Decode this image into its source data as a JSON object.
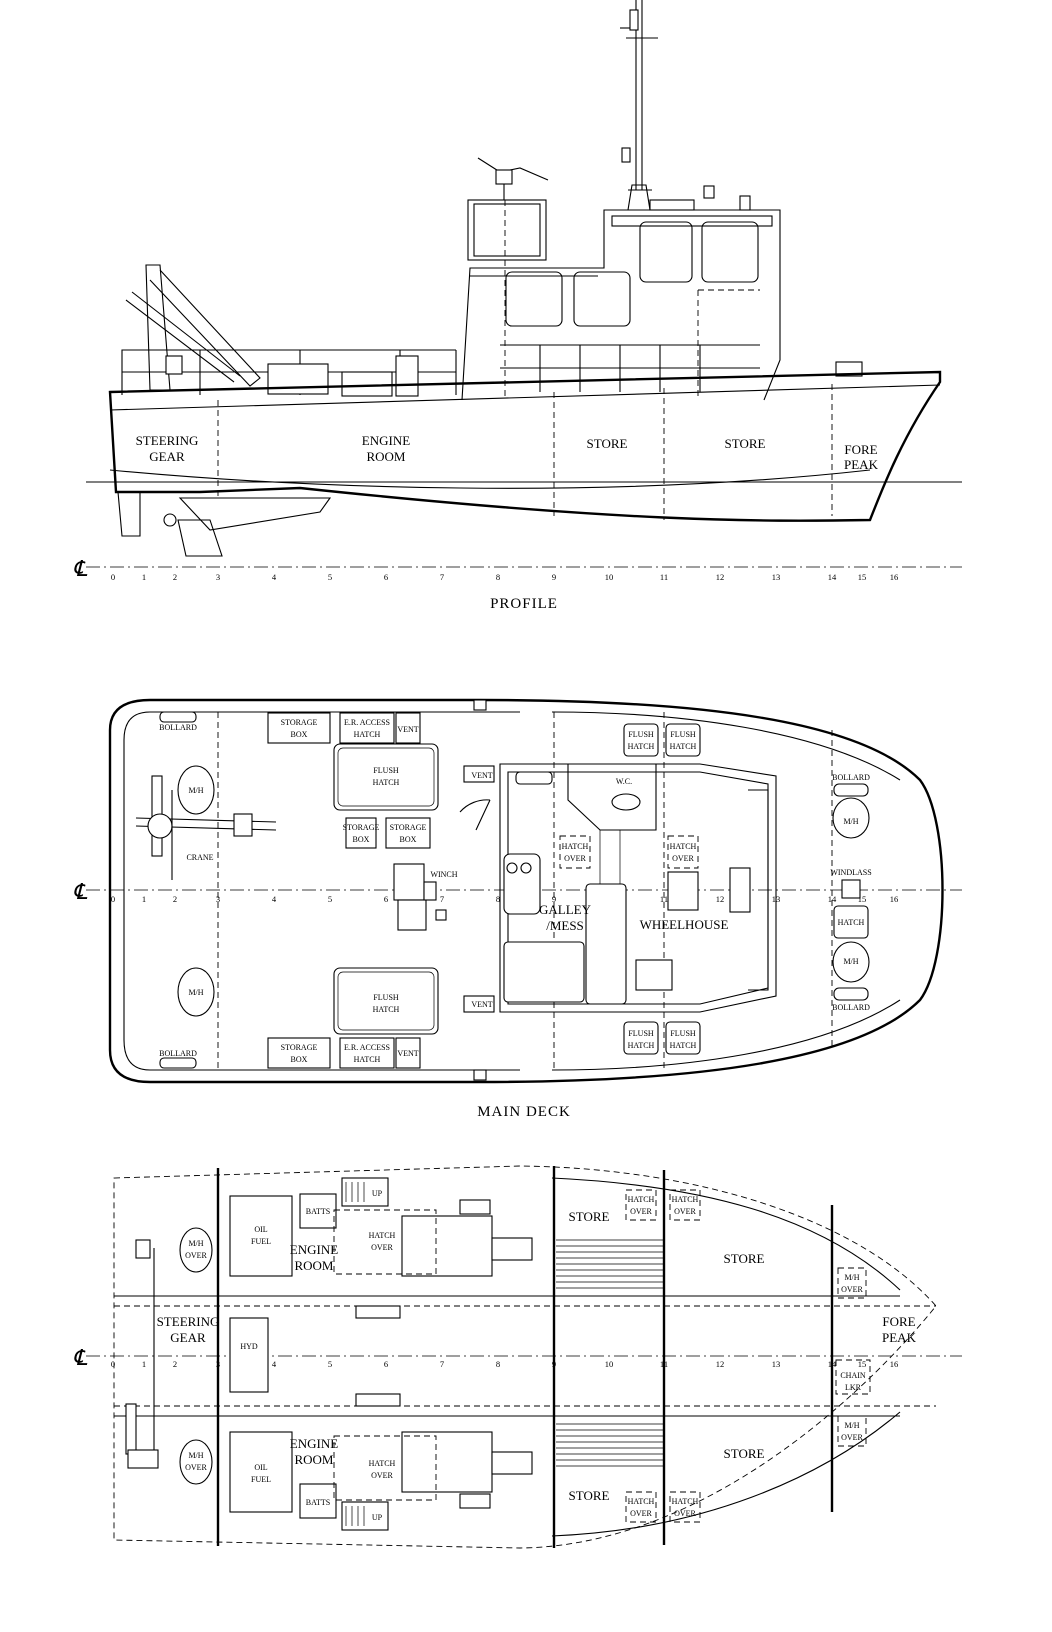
{
  "profile": {
    "title": "PROFILE",
    "compartments": [
      {
        "line1": "STEERING",
        "line2": "GEAR"
      },
      {
        "line1": "ENGINE",
        "line2": "ROOM"
      },
      {
        "line1": "STORE",
        "line2": ""
      },
      {
        "line1": "STORE",
        "line2": ""
      },
      {
        "line1": "FORE",
        "line2": "PEAK"
      }
    ],
    "frame_numbers": [
      "0",
      "1",
      "2",
      "3",
      "4",
      "5",
      "6",
      "7",
      "8",
      "9",
      "10",
      "11",
      "12",
      "13",
      "14",
      "15",
      "16"
    ]
  },
  "main_deck": {
    "title": "MAIN DECK",
    "labels": {
      "bollard": "BOLLARD",
      "storage_box": [
        "STORAGE",
        "BOX"
      ],
      "er_access_hatch": [
        "E.R. ACCESS",
        "HATCH"
      ],
      "vent": "VENT",
      "flush_hatch": [
        "FLUSH",
        "HATCH"
      ],
      "mh": "M/H",
      "crane": "CRANE",
      "winch": "WINCH",
      "wc": "W.C.",
      "hatch_over": [
        "HATCH",
        "OVER"
      ],
      "galley_mess": [
        "GALLEY",
        "/MESS"
      ],
      "wheelhouse": "WHEELHOUSE",
      "windlass": "WINDLASS",
      "hatch": "HATCH"
    },
    "frame_numbers": [
      "0",
      "1",
      "2",
      "3",
      "4",
      "5",
      "6",
      "7",
      "8",
      "9",
      "10",
      "11",
      "12",
      "13",
      "14",
      "15",
      "16"
    ]
  },
  "lower_deck": {
    "labels": {
      "oil_fuel": [
        "OIL",
        "FUEL"
      ],
      "batts": "BATTS",
      "up": "UP",
      "hatch_over": [
        "HATCH",
        "OVER"
      ],
      "engine_room": [
        "ENGINE",
        "ROOM"
      ],
      "store": "STORE",
      "mh_over": [
        "M/H",
        "OVER"
      ],
      "steering_gear": [
        "STEERING",
        "GEAR"
      ],
      "hyd": "HYD",
      "fore_peak": [
        "FORE",
        "PEAK"
      ],
      "chain_locker": [
        "CHAIN",
        "LKR"
      ]
    },
    "frame_numbers": [
      "0",
      "1",
      "2",
      "3",
      "4",
      "5",
      "6",
      "7",
      "8",
      "9",
      "10",
      "11",
      "12",
      "13",
      "14",
      "15",
      "16"
    ]
  },
  "centreline_symbol": "℄"
}
